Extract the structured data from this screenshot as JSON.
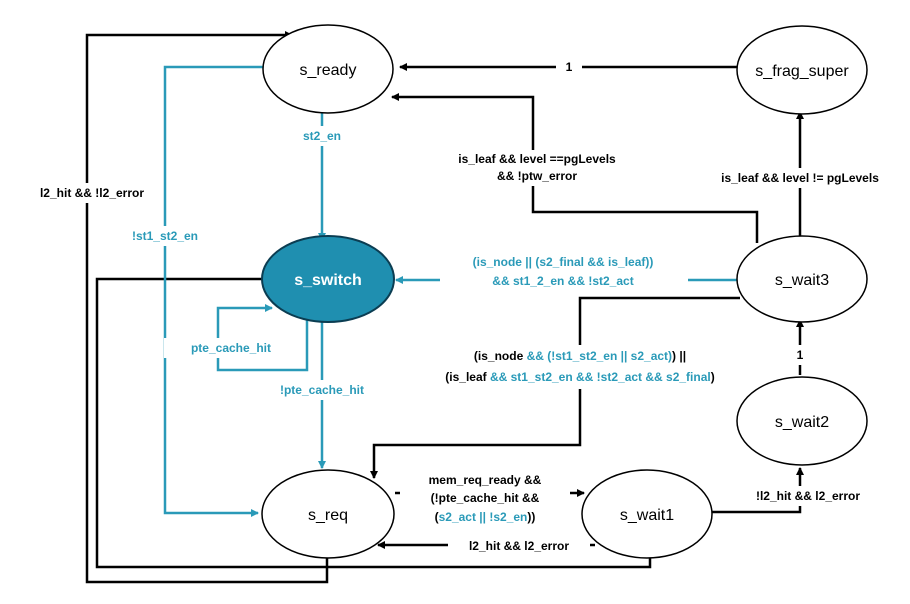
{
  "colors": {
    "black": "#000000",
    "teal": "#2a9ab8",
    "active_fill": "#1f8fb0"
  },
  "nodes": {
    "s_ready": "s_ready",
    "s_frag_super": "s_frag_super",
    "s_switch": "s_switch",
    "s_wait3": "s_wait3",
    "s_wait2": "s_wait2",
    "s_req": "s_req",
    "s_wait1": "s_wait1"
  },
  "edges": {
    "frag_to_ready": "1",
    "wait3_to_ready_1": "is_leaf && level ==pgLevels",
    "wait3_to_ready_2": "&& !ptw_error",
    "wait3_to_frag": "is_leaf && level != pgLevels",
    "ready_to_switch": "st2_en",
    "ready_to_req": "!st1_st2_en",
    "l2_hit_no_error": "l2_hit && !l2_error",
    "wait3_to_switch_1": "(is_node || (s2_final && is_leaf))",
    "wait3_to_switch_2": "&& st1_2_en && !st2_act",
    "pte_cache_hit": "pte_cache_hit",
    "switch_to_req": "!pte_cache_hit",
    "wait3_to_req_1a": "(is_node ",
    "wait3_to_req_1b": "&& (!st1_st2_en || s2_act)",
    "wait3_to_req_1c": ") ||",
    "wait3_to_req_2a": "(is_leaf ",
    "wait3_to_req_2b": "&& st1_st2_en && !st2_act && s2_final",
    "wait3_to_req_2c": ")",
    "wait2_to_wait3": "1",
    "req_to_wait1_1": "mem_req_ready &&",
    "req_to_wait1_2": "(!pte_cache_hit &&",
    "req_to_wait1_3a": "(",
    "req_to_wait1_3b": "s2_act || !s2_en",
    "req_to_wait1_3c": "))",
    "wait1_to_wait2": "!l2_hit && l2_error",
    "wait1_to_req": "l2_hit && l2_error"
  }
}
